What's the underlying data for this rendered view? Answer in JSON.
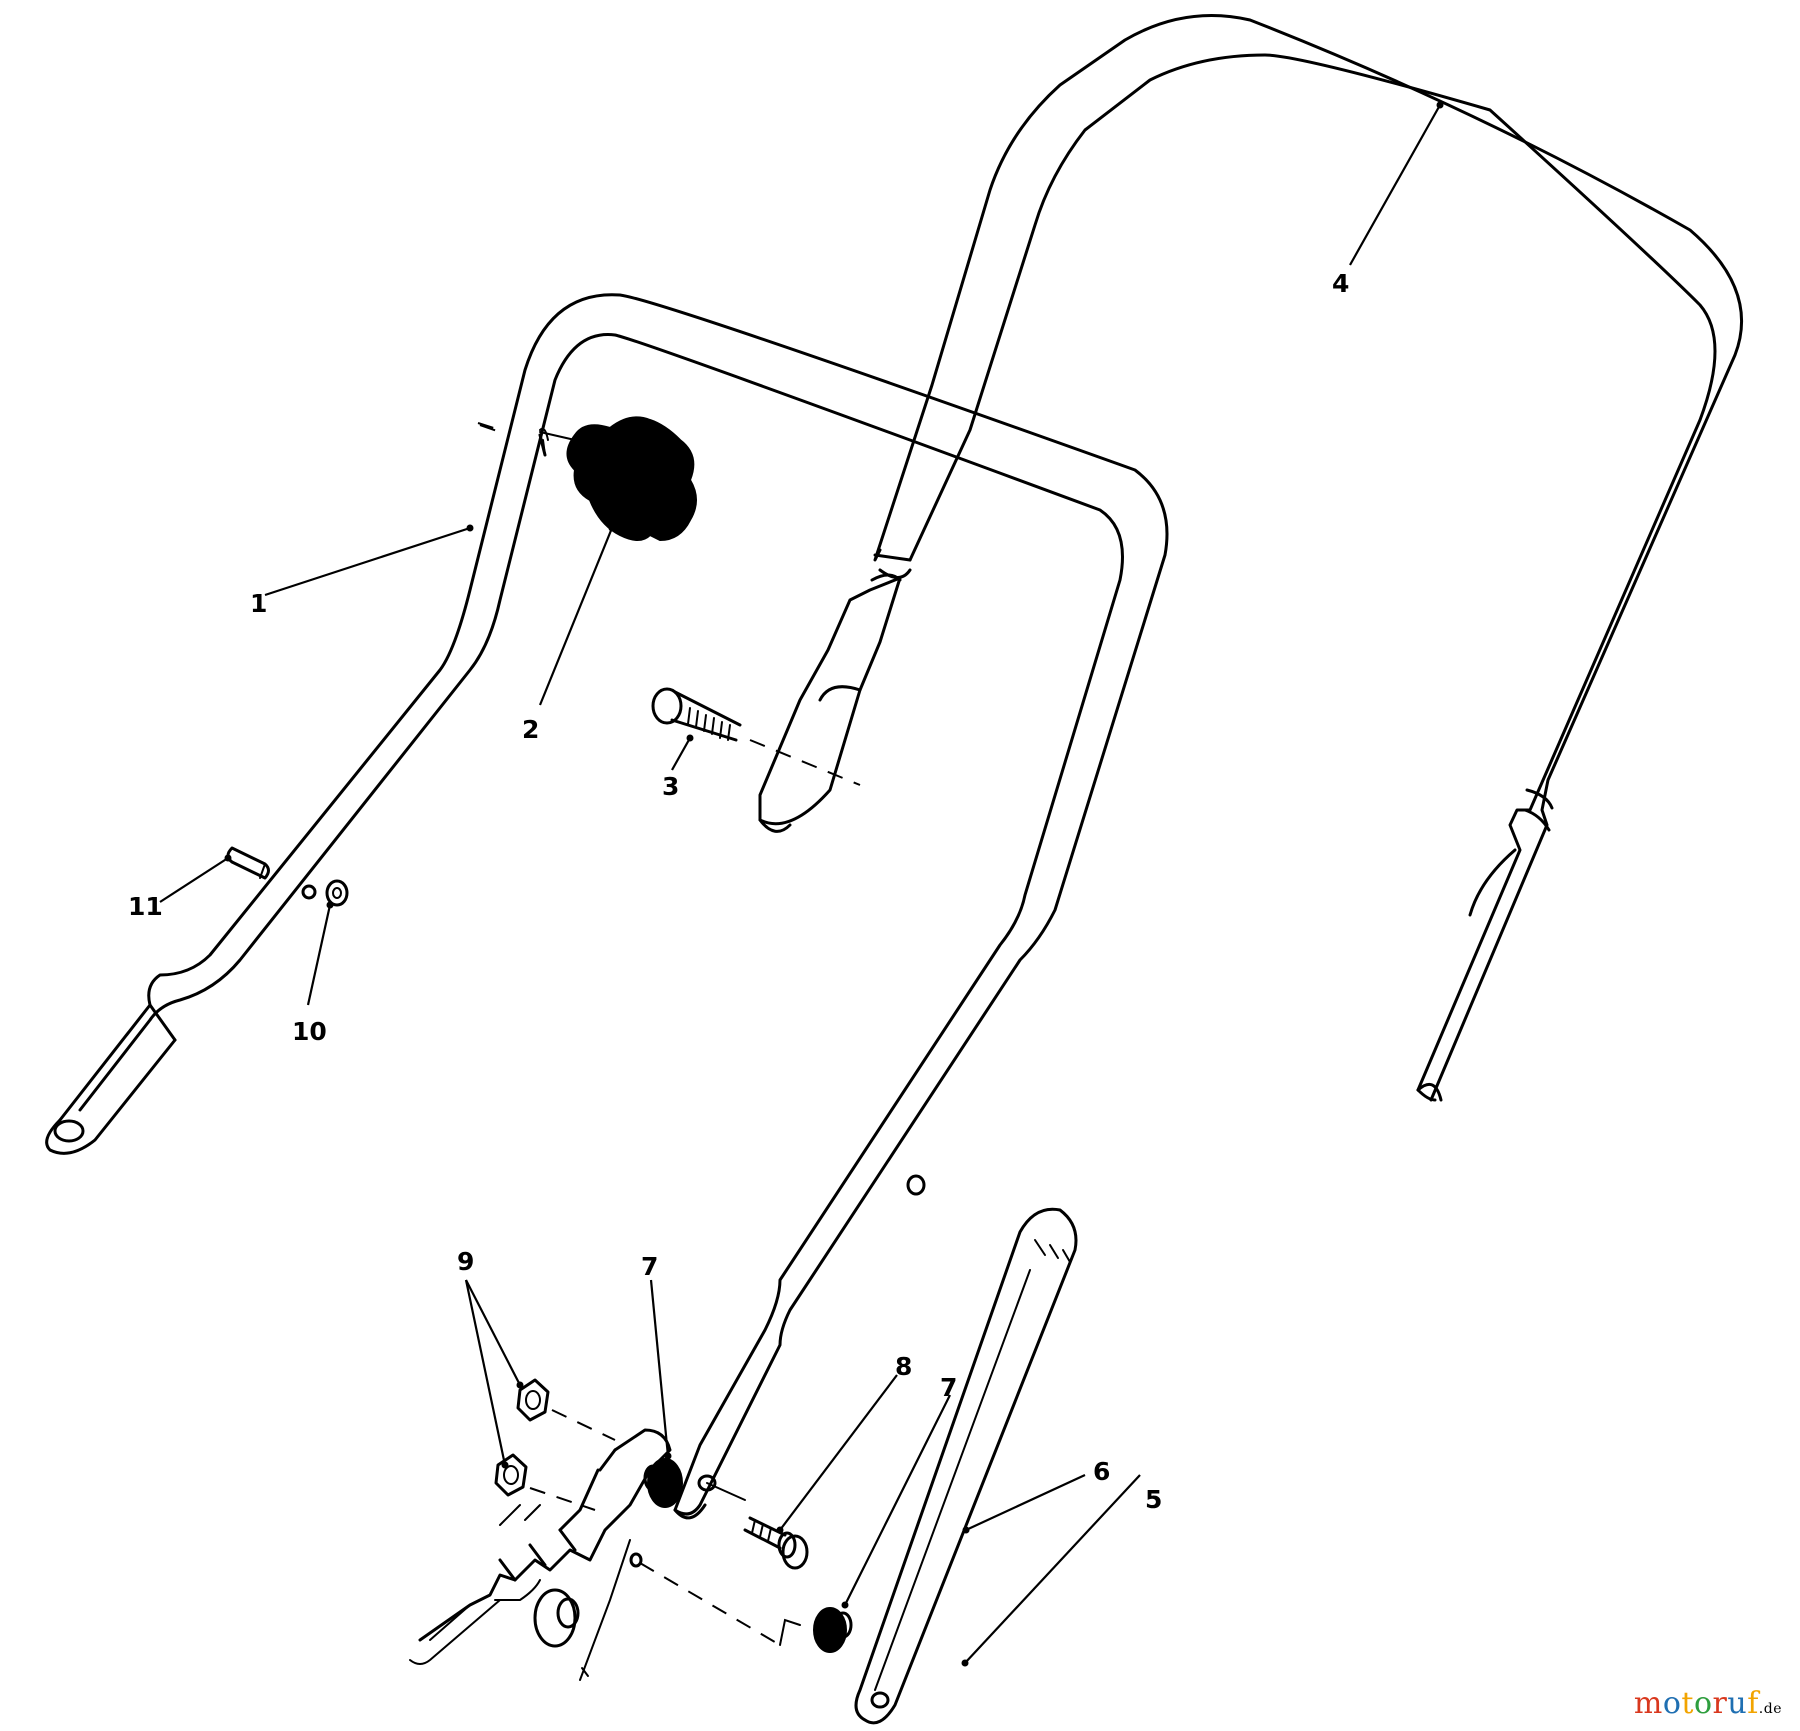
{
  "callouts": {
    "c1": "1",
    "c2": "2",
    "c3": "3",
    "c4": "4",
    "c5": "5",
    "c6": "6",
    "c7a": "7",
    "c7b": "7",
    "c8": "8",
    "c9": "9",
    "c10": "10",
    "c11": "11"
  },
  "watermark": {
    "text": "motoruf",
    "suffix": ".de",
    "colors": [
      "#d9381e",
      "#1f6fb2",
      "#f2a400",
      "#2e9e3e"
    ]
  }
}
